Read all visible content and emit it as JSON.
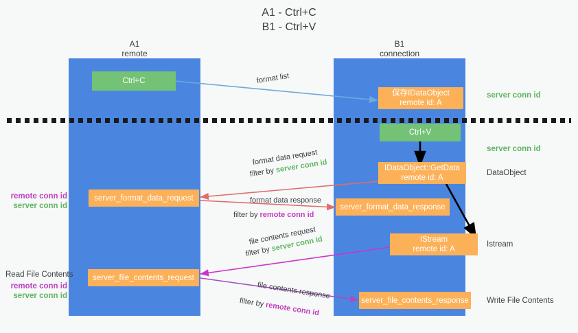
{
  "title": "A1 - Ctrl+C\nB1 - Ctrl+V",
  "columns": [
    {
      "name": "A1",
      "sub": "remote"
    },
    {
      "name": "B1",
      "sub": "connection"
    }
  ],
  "nodes": {
    "ctrl_c": {
      "line1": "Ctrl+C",
      "line2": ""
    },
    "save_idataobject": {
      "line1": "保存IDataObject",
      "line2": "remote id: A"
    },
    "ctrl_v": {
      "line1": "Ctrl+V",
      "line2": ""
    },
    "getdata": {
      "line1": "IDataObject::GetData",
      "line2": "remote id: A"
    },
    "istream": {
      "line1": "IStream",
      "line2": "remote id: A"
    },
    "server_format_data_request": {
      "line1": "server_format_data_request",
      "line2": ""
    },
    "server_format_data_response": {
      "line1": "server_format_data_response",
      "line2": ""
    },
    "server_file_contents_request": {
      "line1": "server_file_contents_request",
      "line2": ""
    },
    "server_file_contents_response": {
      "line1": "server_file_contents_response",
      "line2": ""
    }
  },
  "annotations": {
    "right_server_conn_id_1": "server conn id",
    "right_server_conn_id_2": "server conn id",
    "data_object": "DataObject",
    "istream_label": "Istream",
    "write_file_contents": "Write File Contents",
    "read_file_contents": "Read File Contents",
    "remote_conn_id": "remote conn id",
    "server_conn_id": "server conn id"
  },
  "edges": {
    "format_list": "format list",
    "format_data_request": "format data request",
    "format_data_request_filter_prefix": "filter by ",
    "format_data_request_filter_value": "server conn id",
    "format_data_response": "format data response",
    "format_data_response_filter_prefix": "filter by ",
    "format_data_response_filter_value": "remote conn id",
    "file_contents_request": "file contents request",
    "file_contents_request_filter_prefix": "filter by ",
    "file_contents_request_filter_value": "server conn id",
    "file_contents_response": "file contents response",
    "file_contents_response_filter_prefix": "filter by ",
    "file_contents_response_filter_value": "remote conn id"
  },
  "colors": {
    "lane": "#4a86e0",
    "green_node": "#74c276",
    "orange_node": "#fcb159",
    "server_conn": "#5fb563",
    "remote_conn": "#c040c0",
    "arrow_blue": "#6fa8dc",
    "arrow_red": "#e06c6c",
    "arrow_magenta": "#cc33cc",
    "arrow_purple": "#9b59c9",
    "arrow_black": "#000000"
  }
}
